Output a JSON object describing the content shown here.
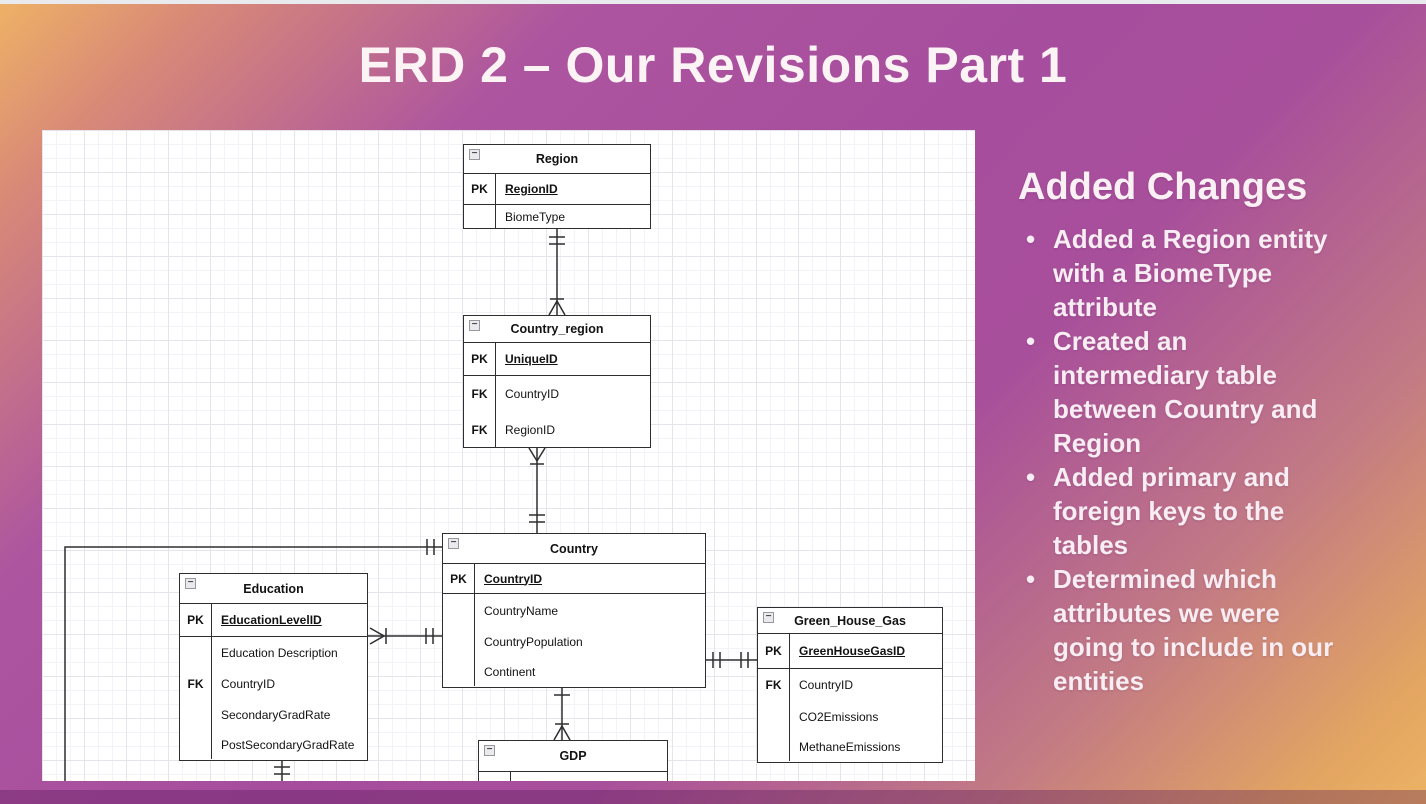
{
  "slide": {
    "title": "ERD 2 – Our Revisions Part 1",
    "notes_heading": "Added Changes",
    "bullets": [
      "Added a Region entity\nwith a BiomeType\nattribute",
      "Created an\nintermediary table\nbetween Country and\nRegion",
      "Added primary and\nforeign keys to the\ntables",
      "Determined which\nattributes we were\ngoing to include in our\nentities"
    ]
  },
  "diagram": {
    "collapse_glyph": "−",
    "entities": {
      "region": {
        "title": "Region",
        "rows": [
          {
            "key": "PK",
            "attr": "RegionID"
          },
          {
            "key": "",
            "attr": "BiomeType"
          }
        ]
      },
      "country_region": {
        "title": "Country_region",
        "rows": [
          {
            "key": "PK",
            "attr": "UniqueID"
          },
          {
            "key": "FK",
            "attr": "CountryID"
          },
          {
            "key": "FK",
            "attr": "RegionID"
          }
        ]
      },
      "country": {
        "title": "Country",
        "rows": [
          {
            "key": "PK",
            "attr": "CountryID"
          },
          {
            "key": "",
            "attr": "CountryName"
          },
          {
            "key": "",
            "attr": "CountryPopulation"
          },
          {
            "key": "",
            "attr": "Continent"
          }
        ]
      },
      "education": {
        "title": "Education",
        "rows": [
          {
            "key": "PK",
            "attr": "EducationLevelID"
          },
          {
            "key": "",
            "attr": "Education Description"
          },
          {
            "key": "FK",
            "attr": "CountryID"
          },
          {
            "key": "",
            "attr": "SecondaryGradRate"
          },
          {
            "key": "",
            "attr": "PostSecondaryGradRate"
          }
        ]
      },
      "green_house_gas": {
        "title": "Green_House_Gas",
        "rows": [
          {
            "key": "PK",
            "attr": "GreenHouseGasID"
          },
          {
            "key": "FK",
            "attr": "CountryID"
          },
          {
            "key": "",
            "attr": "CO2Emissions"
          },
          {
            "key": "",
            "attr": "MethaneEmissions"
          }
        ]
      },
      "gdp": {
        "title": "GDP"
      }
    }
  },
  "colors": {
    "accent_purple": "#a84f9f",
    "accent_orange": "#eeb266",
    "accent_gold": "#e9ae61",
    "text_light": "#f8edf2",
    "diagram_line": "#2e2e2e"
  }
}
